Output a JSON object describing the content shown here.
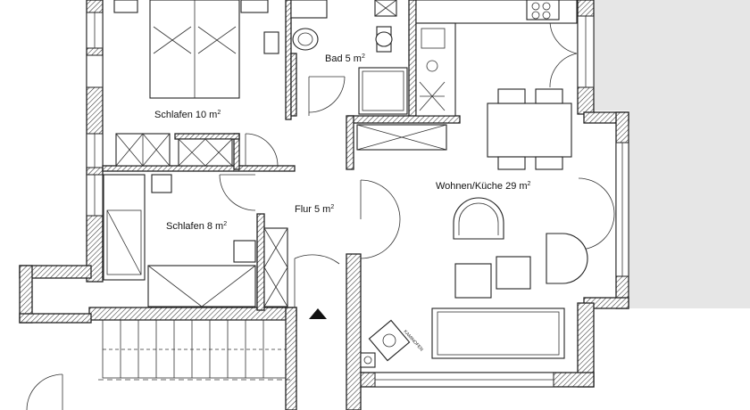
{
  "rooms": {
    "schlafen10": {
      "name": "Schlafen 10 m",
      "sup": "2"
    },
    "bad": {
      "name": "Bad 5 m",
      "sup": "2"
    },
    "wohnen": {
      "name": "Wohnen/Küche 29 m",
      "sup": "2"
    },
    "flur": {
      "name": "Flur 5 m",
      "sup": "2"
    },
    "schlafen8": {
      "name": "Schlafen 8 m",
      "sup": "2"
    }
  },
  "labels": {
    "kamin": "KAMINOFEN"
  },
  "colors": {
    "wall_line": "#222222",
    "background": "#ffffff",
    "neighbor_area": "#e6e6e6"
  }
}
